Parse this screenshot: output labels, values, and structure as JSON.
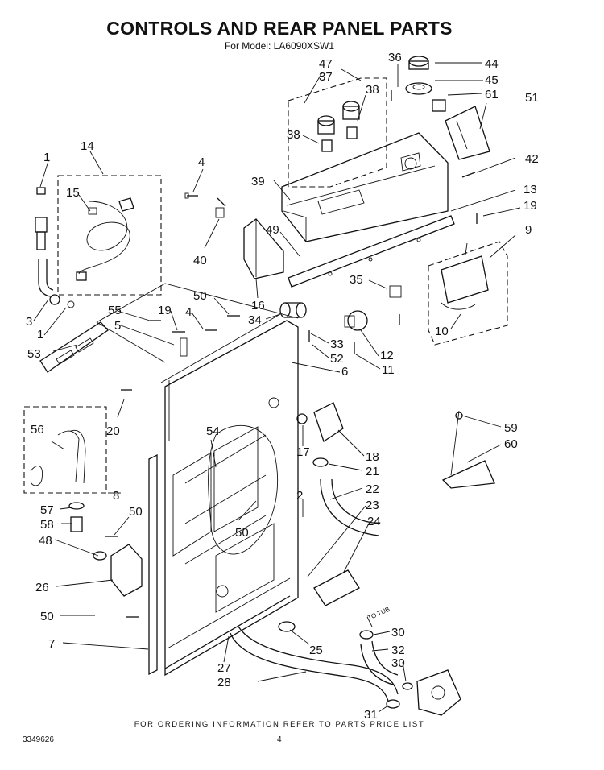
{
  "header": {
    "title": "CONTROLS AND REAR PANEL PARTS",
    "subtitle": "For Model: LA6090XSW1"
  },
  "footer": {
    "note": "FOR ORDERING INFORMATION REFER TO PARTS PRICE LIST",
    "doc_number": "3349626",
    "page_number": "4"
  },
  "diagram": {
    "annotation": "TO TUB",
    "callouts": [
      "1",
      "14",
      "15",
      "3",
      "1",
      "53",
      "55",
      "5",
      "19",
      "4",
      "50",
      "4",
      "40",
      "16",
      "34",
      "33",
      "52",
      "12",
      "11",
      "35",
      "6",
      "10",
      "9",
      "19",
      "13",
      "39",
      "49",
      "38",
      "38",
      "37",
      "47",
      "36",
      "44",
      "45",
      "61",
      "51",
      "42",
      "20",
      "56",
      "8",
      "57",
      "58",
      "48",
      "50",
      "26",
      "50",
      "7",
      "54",
      "17",
      "18",
      "21",
      "22",
      "2",
      "23",
      "24",
      "50",
      "59",
      "60",
      "25",
      "27",
      "28",
      "30",
      "32",
      "30",
      "31"
    ]
  }
}
